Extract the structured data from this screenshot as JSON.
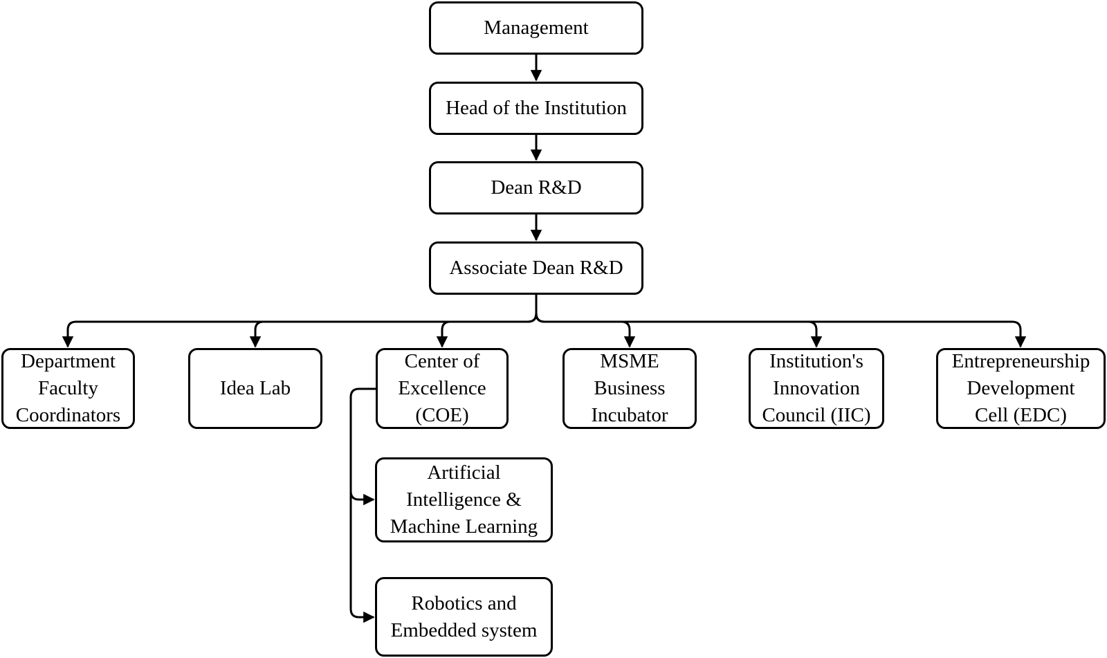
{
  "diagram": {
    "colors": {
      "stroke": "#000000",
      "fill": "#ffffff",
      "text": "#000000"
    },
    "nodes": {
      "management": {
        "lines": [
          "Management"
        ]
      },
      "head": {
        "lines": [
          "Head of the Institution"
        ]
      },
      "dean": {
        "lines": [
          "Dean R&D"
        ]
      },
      "assoc_dean": {
        "lines": [
          "Associate Dean R&D"
        ]
      },
      "dept_faculty": {
        "lines": [
          "Department",
          "Faculty",
          "Coordinators"
        ]
      },
      "idea_lab": {
        "lines": [
          "Idea Lab"
        ]
      },
      "coe": {
        "lines": [
          "Center of",
          "Excellence",
          "(COE)"
        ]
      },
      "msme": {
        "lines": [
          "MSME",
          "Business",
          "Incubator"
        ]
      },
      "iic": {
        "lines": [
          "Institution's",
          "Innovation",
          "Council (IIC)"
        ]
      },
      "edc": {
        "lines": [
          "Entrepreneurship",
          "Development",
          "Cell (EDC)"
        ]
      },
      "aiml": {
        "lines": [
          "Artificial",
          "Intelligence &",
          "Machine Learning"
        ]
      },
      "robotics": {
        "lines": [
          "Robotics and",
          "Embedded system"
        ]
      }
    }
  }
}
